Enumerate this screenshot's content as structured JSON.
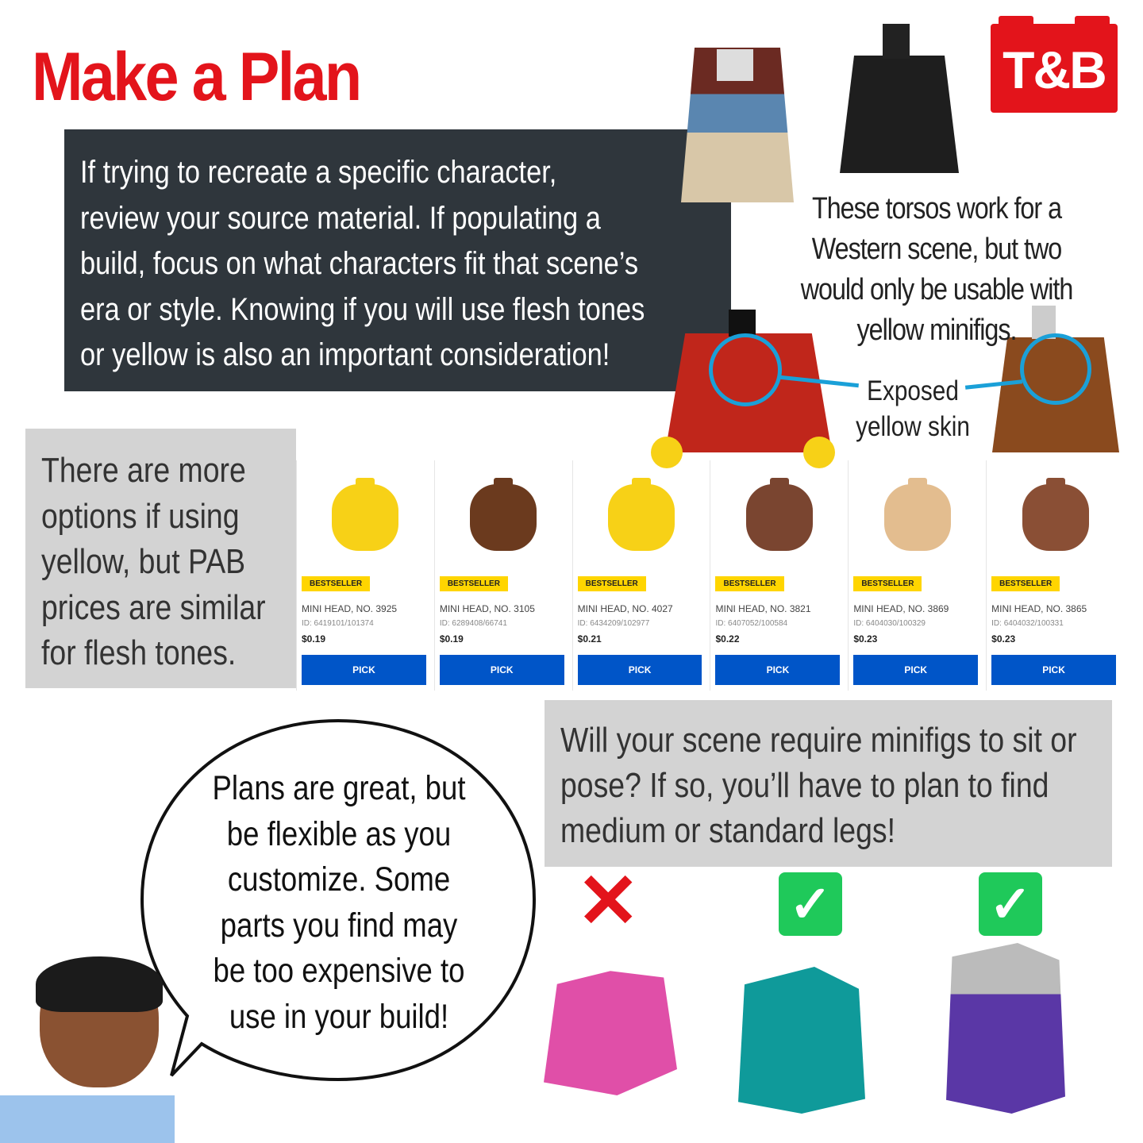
{
  "title": "Make a Plan",
  "logo": "T&B",
  "intro": [
    "If trying to recreate a specific character,",
    "review your source material. If populating a",
    "build, focus on what characters fit that scene’s",
    "era or style. Knowing if you will use flesh tones",
    "or yellow is also an important consideration!"
  ],
  "torso_caption": [
    "These torsos work for a",
    "Western scene, but two",
    "would only be usable with",
    "yellow minifigs."
  ],
  "exposed_label": [
    "Exposed",
    "yellow skin"
  ],
  "options_note": [
    "There are more",
    "options if using",
    "yellow, but PAB",
    "prices are similar",
    "for flesh tones."
  ],
  "products": [
    {
      "badge": "BESTSELLER",
      "name": "MINI HEAD, NO. 3925",
      "id": "ID: 6419101/101374",
      "price": "$0.19",
      "button": "PICK",
      "color": "#f7d117"
    },
    {
      "badge": "BESTSELLER",
      "name": "MINI HEAD, NO. 3105",
      "id": "ID: 6289408/66741",
      "price": "$0.19",
      "button": "PICK",
      "color": "#6b3a1e"
    },
    {
      "badge": "BESTSELLER",
      "name": "MINI HEAD, NO. 4027",
      "id": "ID: 6434209/102977",
      "price": "$0.21",
      "button": "PICK",
      "color": "#f7d117"
    },
    {
      "badge": "BESTSELLER",
      "name": "MINI HEAD, NO. 3821",
      "id": "ID: 6407052/100584",
      "price": "$0.22",
      "button": "PICK",
      "color": "#7a4530"
    },
    {
      "badge": "BESTSELLER",
      "name": "MINI HEAD, NO. 3869",
      "id": "ID: 6404030/100329",
      "price": "$0.23",
      "button": "PICK",
      "color": "#e3bd8f"
    },
    {
      "badge": "BESTSELLER",
      "name": "MINI HEAD, NO. 3865",
      "id": "ID: 6404032/100331",
      "price": "$0.23",
      "button": "PICK",
      "color": "#8a4f35"
    }
  ],
  "legs_note": [
    "Will your scene require minifigs to sit or",
    "pose? If so, you’ll have to plan to find",
    "medium or standard legs!"
  ],
  "bubble": [
    "Plans are great, but",
    "be flexible as you",
    "customize. Some",
    "parts you find may",
    "be too expensive to",
    "use in your build!"
  ],
  "colors": {
    "red": "#e3141b",
    "blue": "#0055c8",
    "badge": "#ffd500",
    "circle": "#1aa0d8"
  }
}
